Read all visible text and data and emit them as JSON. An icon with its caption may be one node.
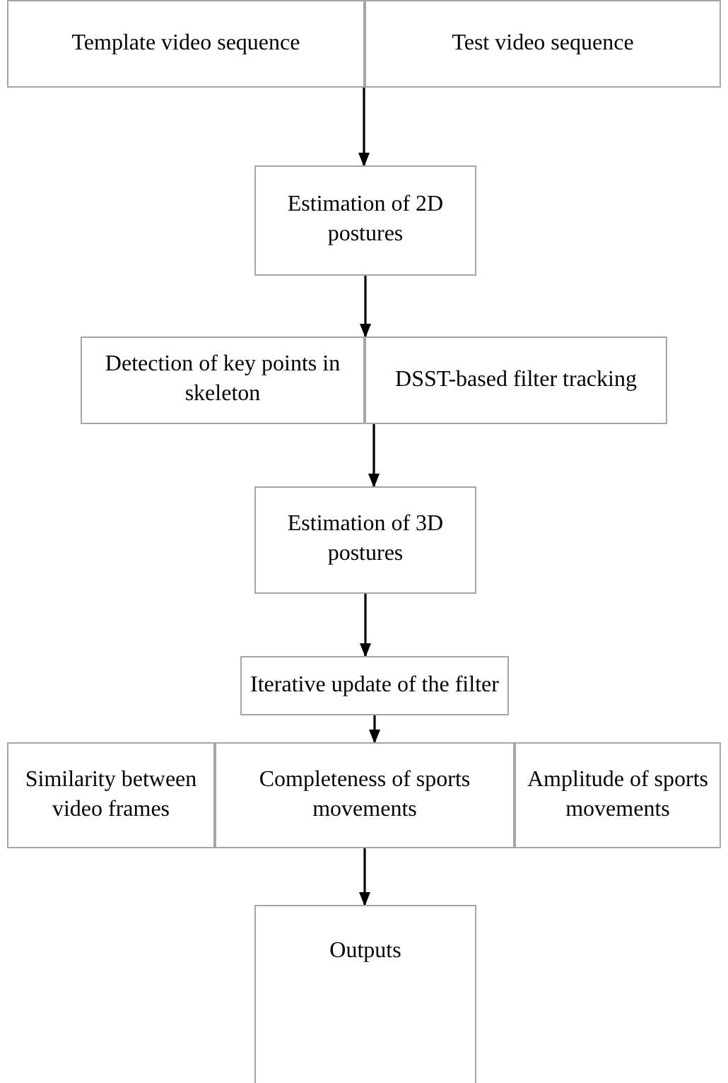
{
  "diagram": {
    "nodes": [
      {
        "text": [
          "Template video sequence"
        ]
      },
      {
        "text": [
          "Test video sequence"
        ]
      },
      {
        "text": [
          "Estimation of 2D postures"
        ]
      },
      {
        "text": [
          "Detection of key points in skeleton"
        ]
      },
      {
        "text": [
          "DSST-based filter tracking"
        ]
      },
      {
        "text": [
          "Estimation of 3D postures"
        ]
      },
      {
        "text": [
          "Iterative update of the filter"
        ]
      },
      {
        "text": [
          "Similarity between video frames"
        ]
      },
      {
        "text": [
          "Completeness of sports movements"
        ]
      },
      {
        "text": [
          "Amplitude of sports movements"
        ]
      },
      {
        "text": [
          "Outputs"
        ]
      }
    ],
    "edges": [
      {
        "from": 0,
        "to": 2,
        "arrow": "to"
      },
      {
        "from": 1,
        "to": 2,
        "arrow": "to"
      },
      {
        "from": 2,
        "to": 3,
        "arrow": "to"
      },
      {
        "from": 2,
        "to": 4,
        "arrow": "to"
      },
      {
        "from": 3,
        "to": 5,
        "arrow": "to"
      },
      {
        "from": 4,
        "to": 5,
        "arrow": "to"
      },
      {
        "from": 5,
        "to": 6,
        "arrow": "to"
      },
      {
        "from": 6,
        "to": 8,
        "arrow": "to"
      },
      {
        "from": 8,
        "to": 10,
        "arrow": "to"
      }
    ]
  }
}
